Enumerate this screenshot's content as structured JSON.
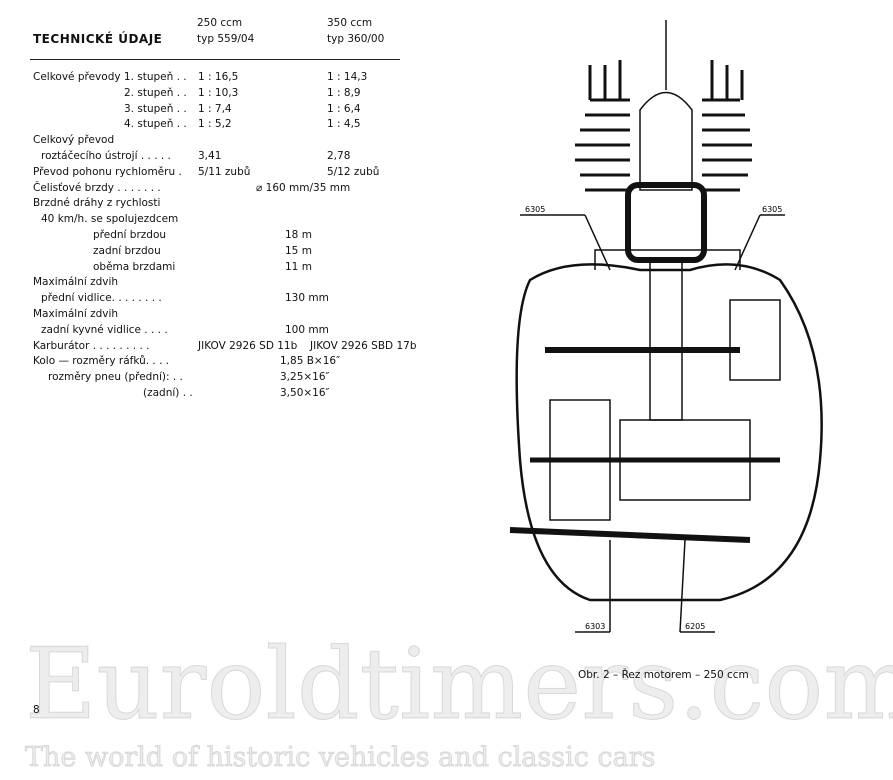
{
  "header": {
    "title": "TECHNICKÉ ÚDAJE",
    "col1": [
      "250 ccm",
      "typ 559/04"
    ],
    "col2": [
      "350 ccm",
      "typ 360/00"
    ]
  },
  "rows": [
    {
      "label": "Celkové převody 1. stupeň . .",
      "v1": "1 : 16,5",
      "v2": "1 : 14,3"
    },
    {
      "label": "2. stupeň . .",
      "v1": "1 : 10,3",
      "v2": "1 : 8,9"
    },
    {
      "label": "3. stupeň . .",
      "v1": "1 : 7,4",
      "v2": "1 : 6,4"
    },
    {
      "label": "4. stupeň . .",
      "v1": "1 : 5,2",
      "v2": "1 : 4,5"
    },
    {
      "label": "Celkový převod"
    },
    {
      "label": "roztáčecího ústrojí . . . . .",
      "v1": "3,41",
      "v2": "2,78"
    },
    {
      "label": "Převod pohonu rychloměru .",
      "v1": "5/11 zubů",
      "v2": "5/12 zubů"
    },
    {
      "label": "Čelisťové brzdy . . . . . . .",
      "vc": "⌀ 160 mm/35 mm"
    },
    {
      "label": "Brzdné dráhy z rychlosti"
    },
    {
      "label": "40 km/h. se spolujezdcem"
    },
    {
      "label": "přední brzdou",
      "vc": "18 m"
    },
    {
      "label": "zadní brzdou",
      "vc": "15 m"
    },
    {
      "label": "oběma brzdami",
      "vc": "11 m"
    },
    {
      "label": "Maximální zdvih"
    },
    {
      "label": "přední vidlice. . . . . . . .",
      "vc": "130 mm"
    },
    {
      "label": "Maximální zdvih"
    },
    {
      "label": "zadní kyvné vidlice . . . .",
      "vc": "100 mm"
    },
    {
      "label": "Karburátor . . . . . . . . .",
      "v1": "JIKOV 2926 SD 11b",
      "v2": "JIKOV 2926 SBD 17b"
    },
    {
      "label": "Kolo — rozměry ráfků. . . .",
      "vc": "1,85 B×16″"
    },
    {
      "label": "rozměry pneu (přední): . .",
      "vc": "3,25×16″"
    },
    {
      "label": "(zadní) . .",
      "vc": "3,50×16″"
    }
  ],
  "figure": {
    "labels": [
      "6305",
      "6305",
      "6303",
      "6205"
    ],
    "caption": "Obr. 2 – Řez motorem – 250 ccm"
  },
  "page_number": "8",
  "watermark": {
    "name": "Euroldtimers.com",
    "tagline": "The world of historic vehicles and classic cars"
  }
}
